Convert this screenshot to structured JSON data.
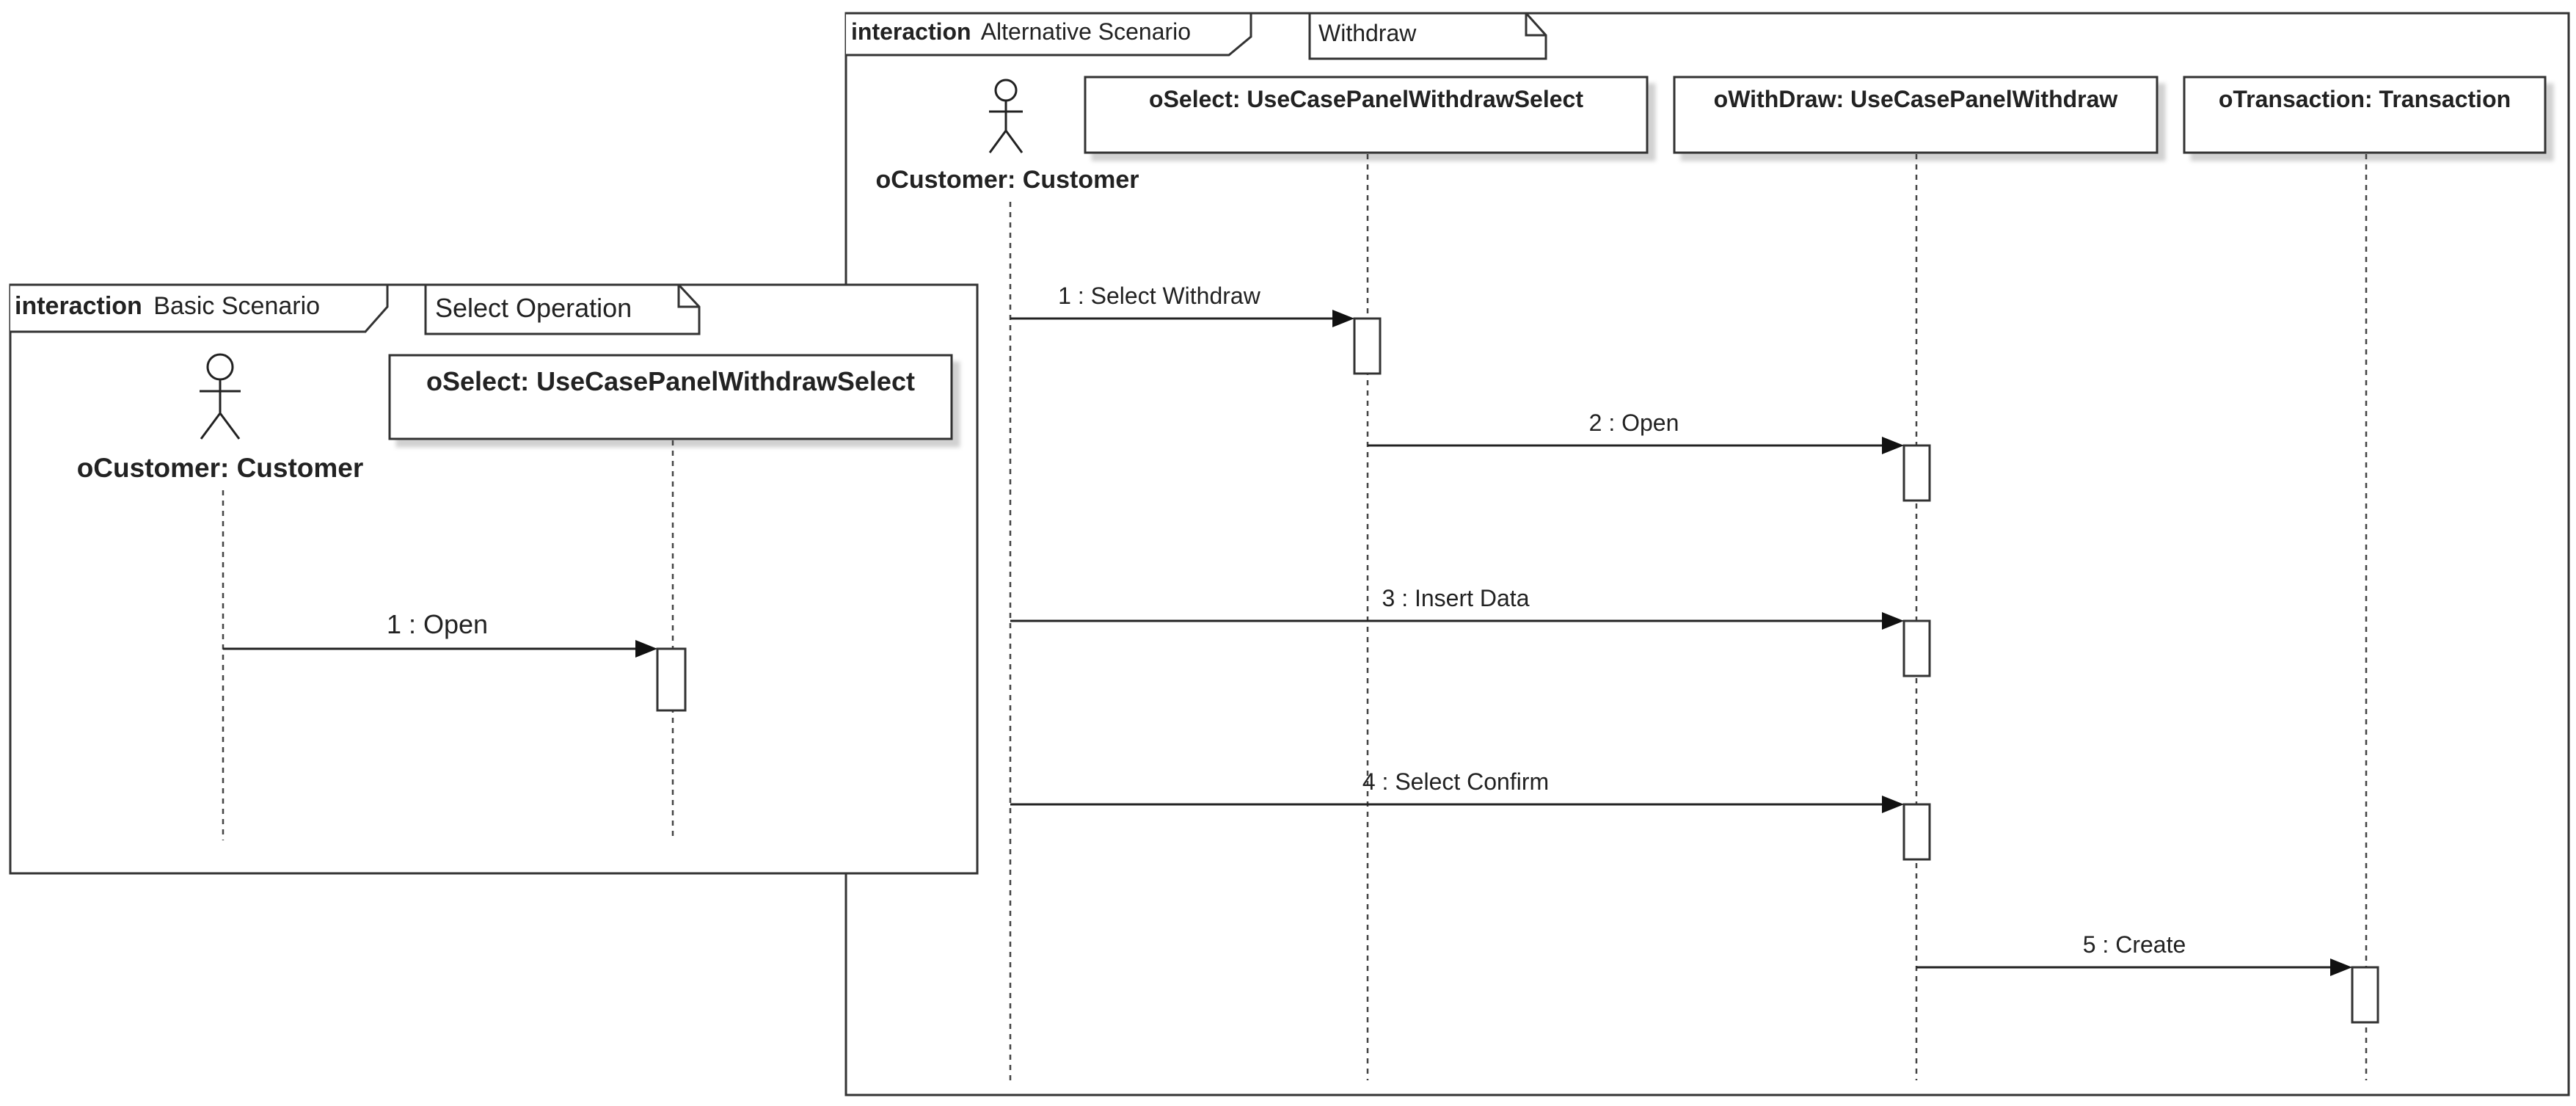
{
  "frames": {
    "alternative": {
      "keyword": "interaction",
      "name": "Alternative Scenario",
      "note": "Withdraw",
      "actor": "oCustomer: Customer",
      "lifelines": [
        "oSelect: UseCasePanelWithdrawSelect",
        "oWithDraw: UseCasePanelWithdraw",
        "oTransaction: Transaction"
      ],
      "messages": [
        "1 : Select Withdraw",
        "2 : Open",
        "3 : Insert Data",
        "4 : Select Confirm",
        "5 : Create"
      ]
    },
    "basic": {
      "keyword": "interaction",
      "name": "Basic Scenario",
      "note": "Select Operation",
      "actor": "oCustomer: Customer",
      "lifelines": [
        "oSelect: UseCasePanelWithdrawSelect"
      ],
      "messages": [
        "1 : Open"
      ]
    }
  }
}
